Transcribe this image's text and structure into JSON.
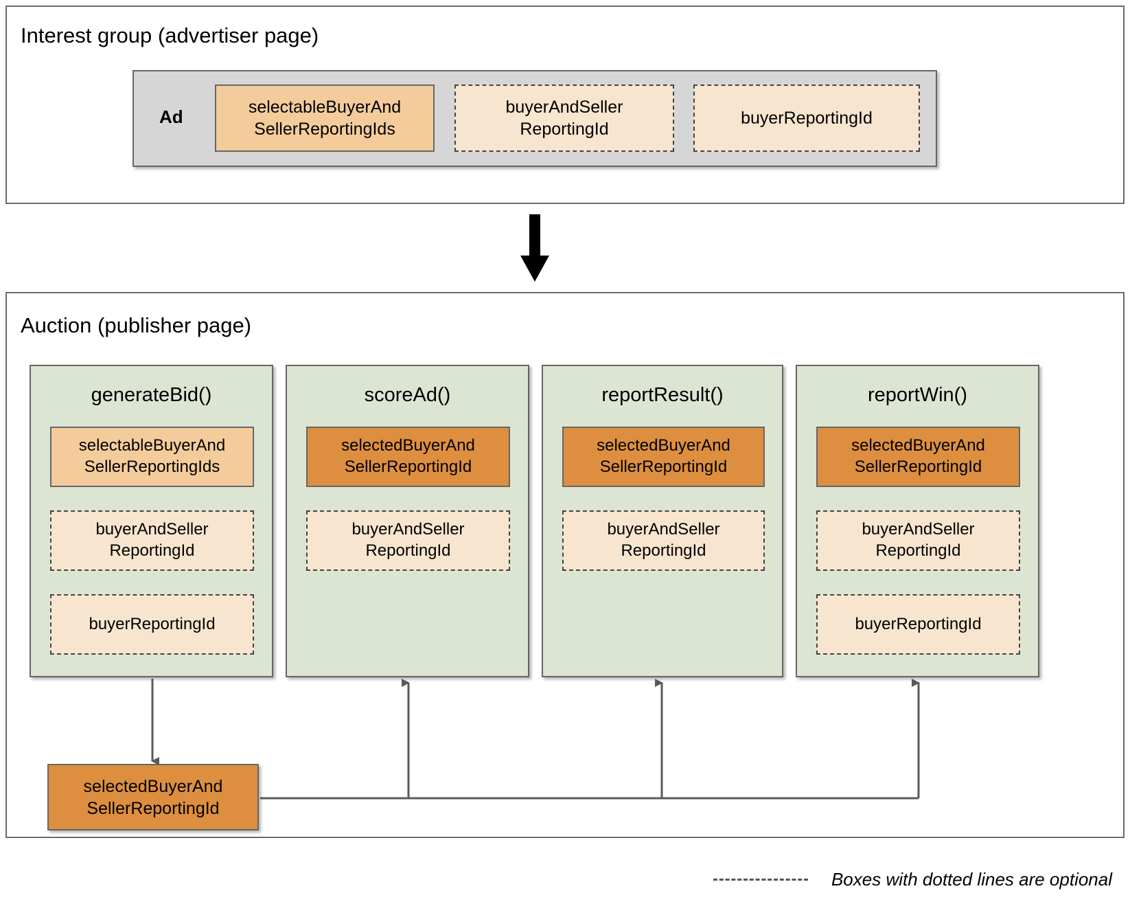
{
  "interest_group": {
    "title": "Interest group (advertiser page)",
    "ad_label": "Ad",
    "fields": [
      {
        "name": "selectableBuyerAndSellerReportingIds",
        "line1": "selectableBuyerAnd",
        "line2": "SellerReportingIds",
        "style": "filled",
        "optional": false
      },
      {
        "name": "buyerAndSellerReportingId",
        "line1": "buyerAndSeller",
        "line2": "ReportingId",
        "style": "pale",
        "optional": true
      },
      {
        "name": "buyerReportingId",
        "line1": "buyerReportingId",
        "line2": "",
        "style": "pale",
        "optional": true
      }
    ]
  },
  "flow_arrow": {
    "direction": "down",
    "name": "interest-group-to-auction"
  },
  "auction": {
    "title": "Auction (publisher page)",
    "columns": [
      {
        "title": "generateBid()",
        "slots": [
          {
            "line1": "selectableBuyerAnd",
            "line2": "SellerReportingIds",
            "style": "mid",
            "optional": false
          },
          {
            "line1": "buyerAndSeller",
            "line2": "ReportingId",
            "style": "pale",
            "optional": true
          },
          {
            "line1": "buyerReportingId",
            "line2": "",
            "style": "pale",
            "optional": true
          }
        ]
      },
      {
        "title": "scoreAd()",
        "slots": [
          {
            "line1": "selectedBuyerAnd",
            "line2": "SellerReportingId",
            "style": "dark",
            "optional": false
          },
          {
            "line1": "buyerAndSeller",
            "line2": "ReportingId",
            "style": "pale",
            "optional": true
          }
        ]
      },
      {
        "title": "reportResult()",
        "slots": [
          {
            "line1": "selectedBuyerAnd",
            "line2": "SellerReportingId",
            "style": "dark",
            "optional": false
          },
          {
            "line1": "buyerAndSeller",
            "line2": "ReportingId",
            "style": "pale",
            "optional": true
          }
        ]
      },
      {
        "title": "reportWin()",
        "slots": [
          {
            "line1": "selectedBuyerAnd",
            "line2": "SellerReportingId",
            "style": "dark",
            "optional": false
          },
          {
            "line1": "buyerAndSeller",
            "line2": "ReportingId",
            "style": "pale",
            "optional": true
          },
          {
            "line1": "buyerReportingId",
            "line2": "",
            "style": "pale",
            "optional": true
          }
        ]
      }
    ],
    "result_box": {
      "line1": "selectedBuyerAnd",
      "line2": "SellerReportingId",
      "style": "dark"
    }
  },
  "legend": {
    "text": "Boxes with dotted lines are optional",
    "swatch": "dashed-line"
  },
  "colors": {
    "page_background": "#ffffff",
    "frame_border": "#6b6b6b",
    "ad_container": "#d6d6d6",
    "function_panel": "#dce5d2",
    "orange_dark": "#dd8f3f",
    "orange_mid": "#f4cc9c",
    "orange_pale": "#f8e5cf",
    "box_border": "#666666",
    "dashed_border": "#444444",
    "connector_line": "#5a5a5a",
    "big_arrow": "#000000"
  }
}
